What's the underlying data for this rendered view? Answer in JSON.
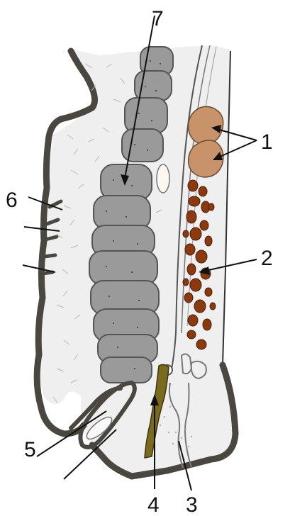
{
  "labels": {
    "l1": "1",
    "l2": "2",
    "l3": "3",
    "l4": "4",
    "l5": "5",
    "l6": "6",
    "l7": "7"
  },
  "colors": {
    "background": "#ffffff",
    "tissue_fill": "#efefef",
    "outline": "#4a4740",
    "segment_fill": "#9a9a9a",
    "segment_stroke": "#555555",
    "granule_orange": "#c8936a",
    "granule_brown": "#8b3a10",
    "olive_strand": "#7a6a1e",
    "white_cell": "#fdf8ef"
  }
}
